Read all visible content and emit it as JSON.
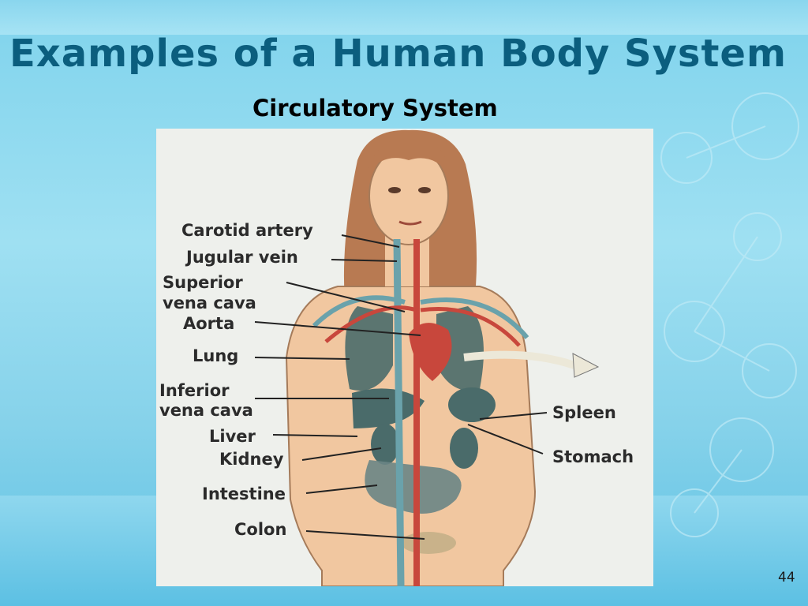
{
  "slide": {
    "title": "Examples of a Human Body System",
    "subtitle": "Circulatory System",
    "page_number": "44"
  },
  "diagram": {
    "labels": {
      "carotid_artery": "Carotid artery",
      "jugular_vein": "Jugular vein",
      "superior_vena_cava_1": "Superior",
      "superior_vena_cava_2": "vena cava",
      "aorta": "Aorta",
      "lung": "Lung",
      "inferior_vena_cava_1": "Inferior",
      "inferior_vena_cava_2": "vena cava",
      "liver": "Liver",
      "kidney": "Kidney",
      "intestine": "Intestine",
      "colon": "Colon",
      "spleen": "Spleen",
      "stomach": "Stomach"
    }
  },
  "colors": {
    "title": "#0b5e7e",
    "skin": "#f1c7a0",
    "hair": "#b87a52",
    "artery": "#c8473c",
    "vein": "#6aa2ab",
    "organ": "#4a6b6a"
  }
}
